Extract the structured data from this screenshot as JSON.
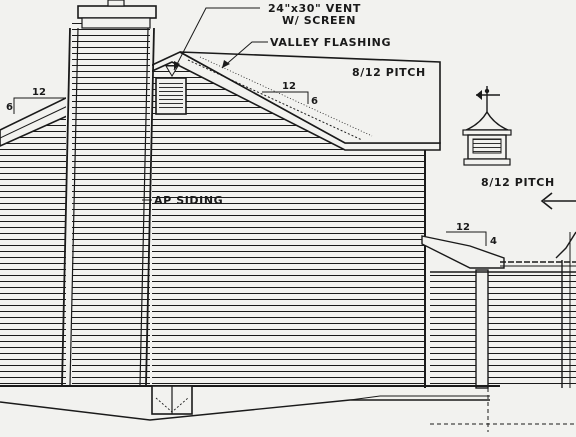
{
  "drawing": {
    "vent_label_line1": "24\"x30\" VENT",
    "vent_label_line2": "W/ SCREEN",
    "valley_flashing_label": "VALLEY FLASHING",
    "main_roof_pitch_label": "8/12 PITCH",
    "cupola_roof_pitch_label": "8/12 PITCH",
    "siding_label": "AP SIDING",
    "slope_left_run": "12",
    "slope_left_rise": "6",
    "slope_mid_run": "12",
    "slope_mid_rise": "6",
    "slope_porch_run": "12",
    "slope_porch_rise": "4"
  },
  "colors": {
    "paper": "#f2f2ef",
    "ink": "#1a1a1a"
  },
  "icons": [
    "weathervane-icon",
    "left-arrow-icon",
    "vent-louver-icon"
  ]
}
